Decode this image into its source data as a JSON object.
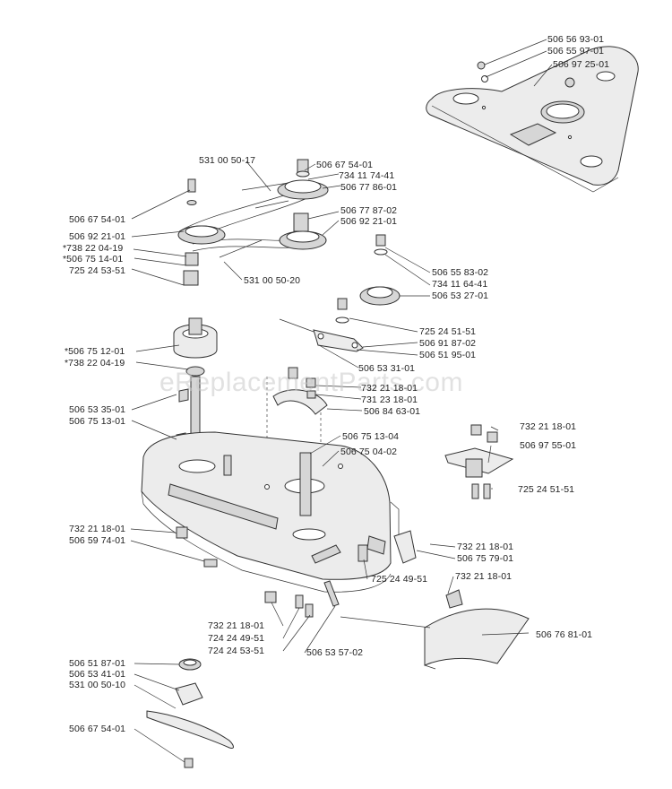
{
  "watermark": "eReplacementParts.com",
  "labels": [
    "506 56 93-01",
    "506 55 97-01",
    "506 97 25-01",
    "531 00 50-17",
    "506 67 54-01",
    "734 11 74-41",
    "506 77 86-01",
    "506 77 87-02",
    "506 92 21-01",
    "506 67 54-01",
    "506 92 21-01",
    "*738 22 04-19",
    "*506 75 14-01",
    "725 24 53-51",
    "531 00 50-20",
    "506 55 83-02",
    "734 11 64-41",
    "506 53 27-01",
    "725 24 51-51",
    "506 91 87-02",
    "506 51 95-01",
    "*506 75 12-01",
    "*738 22 04-19",
    "506 53 31-01",
    "732 21 18-01",
    "731 23 18-01",
    "506 84 63-01",
    "506 53 35-01",
    "506 75 13-01",
    "506 75 13-04",
    "506 75 04-02",
    "732 21 18-01",
    "506 97 55-01",
    "725 24 51-51",
    "732 21 18-01",
    "506 59 74-01",
    "732 21 18-01",
    "506 75 79-01",
    "725 24 49-51",
    "732 21 18-01",
    "732 21 18-01",
    "724 24 49-51",
    "724 24 53-51",
    "506 53 57-02",
    "506 76 81-01",
    "506 51 87-01",
    "506 53 41-01",
    "531 00 50-10",
    "506 67 54-01"
  ]
}
